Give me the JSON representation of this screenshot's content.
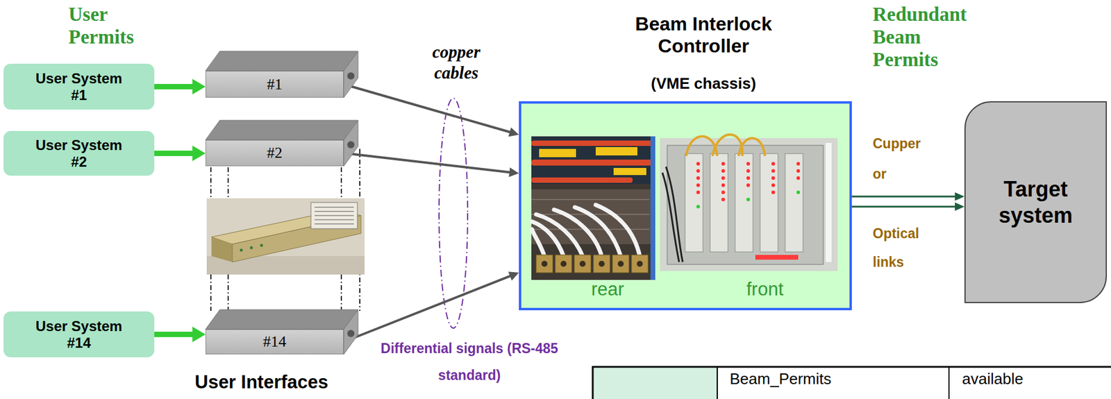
{
  "diagram": {
    "nodes": [
      {
        "text": [
          "User System #1"
        ]
      },
      {
        "text": [
          "#1"
        ]
      },
      {
        "text": [
          "User System #2"
        ]
      },
      {
        "text": [
          "#2"
        ]
      },
      {
        "text": [
          "User System #14"
        ]
      },
      {
        "text": [
          "#14"
        ]
      },
      {
        "text": [
          "Beam Interlock Controller",
          "(VME chassis)"
        ]
      },
      {
        "text": [
          "Target system"
        ]
      }
    ],
    "edges": [
      {
        "from": 0,
        "to": 1,
        "arrow": "to"
      },
      {
        "from": 2,
        "to": 3,
        "arrow": "to"
      },
      {
        "from": 4,
        "to": 5,
        "arrow": "to"
      },
      {
        "from": 1,
        "to": 6,
        "arrow": "to"
      },
      {
        "from": 3,
        "to": 6,
        "arrow": "to"
      },
      {
        "from": 5,
        "to": 6,
        "arrow": "to"
      },
      {
        "from": 6,
        "to": 7,
        "arrow": "to"
      },
      {
        "from": 6,
        "to": 7,
        "arrow": "to"
      }
    ],
    "labels": [
      "User Permits",
      "copper cables",
      "Differential signals (RS-485 standard)",
      "User Interfaces",
      "rear",
      "front",
      "Redundant Beam Permits",
      "Cupper or",
      "Optical links",
      "Beam_Permits",
      "available"
    ]
  }
}
